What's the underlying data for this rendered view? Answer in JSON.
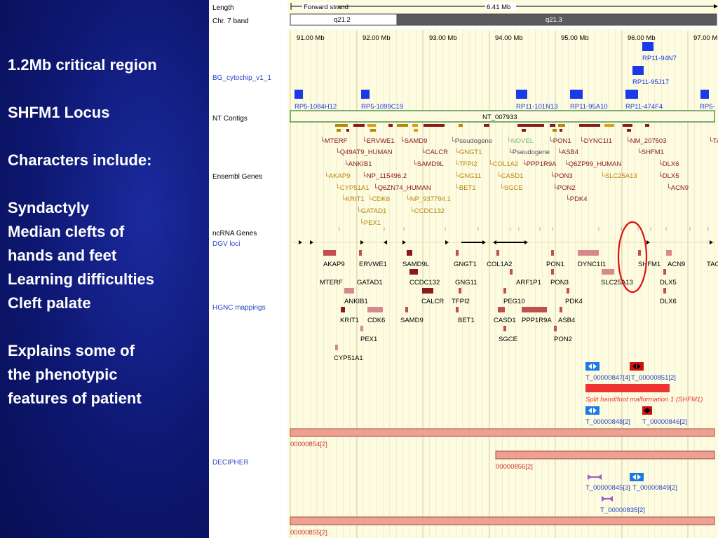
{
  "colors": {
    "slide_bg": "#0d1770",
    "track_bg": "#fdfbe0",
    "band_dark": "#5b5b5b",
    "blue_label": "#2a44c6",
    "gene_brown": "#8b1a1a",
    "gene_orange": "#b8860b",
    "gene_gold": "#d4a017",
    "hgnc_pink": "#d9888a",
    "decipher_salmon": "#f0a090",
    "dgv_red": "#ee3333",
    "highlight_circle": "#dd1111"
  },
  "left_panel": {
    "lines": [
      "1.2Mb critical region",
      "SHFM1 Locus",
      "Characters include:",
      "Syndactyly",
      "Median clefts of",
      "hands and feet",
      "Learning difficulties",
      "Cleft palate",
      "Explains some of",
      "the phenotypic",
      "features of patient"
    ]
  },
  "browser": {
    "track_labels": {
      "length": "Length",
      "band": "Chr. 7 band",
      "bg_cytochip": "BG_cytochip_v1_1",
      "nt_contigs": "NT Contigs",
      "ensembl": "Ensembl Genes",
      "ncrna": "ncRNA Genes",
      "dgv": "DGV loci",
      "hgnc": "HGNC mappings",
      "decipher": "DECIPHER"
    },
    "ruler": {
      "strand": "Forward strand",
      "length": "6.41 Mb"
    },
    "bands": [
      "q21.2",
      "q21.3"
    ],
    "ticks": [
      "91.00 Mb",
      "92.00 Mb",
      "93.00 Mb",
      "94.00 Mb",
      "95.00 Mb",
      "96.00 Mb",
      "97.00 Mb"
    ],
    "cytochip_clones": [
      "RP11-94N7",
      "RP11-95J17",
      "RP5-1084H12",
      "RP5-1099C19",
      "RP11-101N13",
      "RP11-95A10",
      "RP11-474F4",
      "RP5-"
    ],
    "nt_contig": "NT_007933",
    "ensembl_genes": [
      "MTERF",
      "ERVWE1",
      "SAMD9",
      "Pseudogene",
      "NOVEL",
      "PON1",
      "DYNC1I1",
      "NM_207503",
      "TA",
      "Q49AT9_HUMAN",
      "CALCR",
      "GNGT1",
      "Pseudogene",
      "ASB4",
      "SHFM1",
      "ANKIB1",
      "SAMD9L",
      "TFPI2",
      "COL1A2",
      "PPP1R9A",
      "Q6ZP99_HUMAN",
      "DLX6",
      "AKAP9",
      "NP_115496.2",
      "GNG11",
      "CASD1",
      "PON3",
      "SLC25A13",
      "DLX5",
      "CYP51A1",
      "Q6ZN74_HUMAN",
      "BET1",
      "SGCE",
      "PON2",
      "ACN9",
      "KRIT1",
      "CDK6",
      "NP_937794.1",
      "PDK4",
      "GATAD1",
      "CCDC132",
      "PEX1"
    ],
    "hgnc_genes": [
      "AKAP9",
      "ERVWE1",
      "SAMD9L",
      "GNGT1",
      "COL1A2",
      "PON1",
      "DYNC1I1",
      "SHFM1",
      "ACN9",
      "TAC",
      "MTERF",
      "GATAD1",
      "CCDC132",
      "GNG11",
      "ARF1P1",
      "PON3",
      "SLC25A13",
      "DLX5",
      "ANKIB1",
      "CALCR",
      "TFPI2",
      "PEG10",
      "PDK4",
      "DLX6",
      "KRIT1",
      "CDK6",
      "SAMD9",
      "BET1",
      "CASD1",
      "PPP1R9A",
      "ASB4",
      "PEX1",
      "SGCE",
      "PON2",
      "CYP51A1"
    ],
    "dgv_items": [
      "T_00000847[4]",
      "T_00000851[2]",
      "Split hand/foot malformation 1 (SHFM1)",
      "T_00000848[2]",
      "T_00000846[2]"
    ],
    "decipher_items": [
      "00000854[2]",
      "00000856[2]",
      "T_00000845[3]",
      "T_00000849[2]",
      "T_00000835[2]",
      "00000855[2]"
    ]
  }
}
